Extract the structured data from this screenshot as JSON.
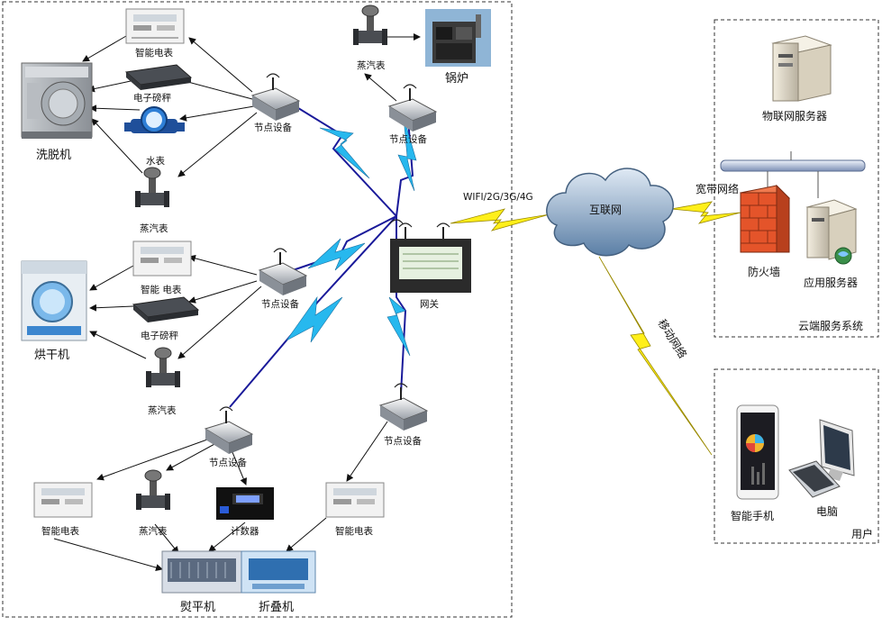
{
  "labels": {
    "washer": "洗脱机",
    "meter1": "智能电表",
    "scale1": "电子磅秤",
    "watermeter": "水表",
    "steam1": "蒸汽表",
    "node1": "节点设备",
    "steam_boiler": "蒸汽表",
    "boiler": "锅炉",
    "node_boiler": "节点设备",
    "dryer": "烘干机",
    "meter2": "智能 电表",
    "scale2": "电子磅秤",
    "steam2": "蒸汽表",
    "node2": "节点设备",
    "gateway": "网关",
    "node3": "节点设备",
    "node4": "节点设备",
    "meter3": "智能电表",
    "steam3": "蒸汽表",
    "counter": "计数器",
    "meter4": "智能电表",
    "ironer": "熨平机",
    "folder": "折叠机",
    "wifi": "WIFI/2G/3G/4G",
    "internet": "互联网",
    "broadband": "宽带网络",
    "mobile": "移动网络",
    "iot_server": "物联网服务器",
    "firewall": "防火墙",
    "app_server": "应用服务器",
    "cloud_title": "云端服务系统",
    "phone": "智能手机",
    "pc": "电脑",
    "user_title": "用户"
  },
  "colors": {
    "wireless": "#27b8ee",
    "wireless_dark": "#1a1a9a",
    "lightning": "#ffef1a",
    "arrow": "#111111",
    "firewall": "#e4542a"
  }
}
